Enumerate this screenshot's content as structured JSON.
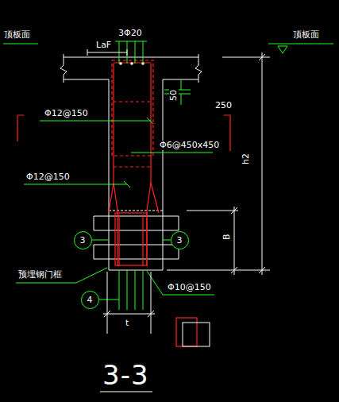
{
  "diagram": {
    "title": "3-3",
    "nodes": [
      {
        "text": [
          "3"
        ]
      },
      {
        "text": [
          "3"
        ]
      },
      {
        "text": [
          "4"
        ]
      }
    ],
    "labels": [
      "顶板面",
      "3Φ20",
      "LaF",
      "顶板面",
      "50",
      "250",
      "Φ12@150",
      "Φ6@450x450",
      "Φ12@150",
      "h2",
      "B",
      "预埋钢门框",
      "Φ10@150",
      "t"
    ]
  }
}
